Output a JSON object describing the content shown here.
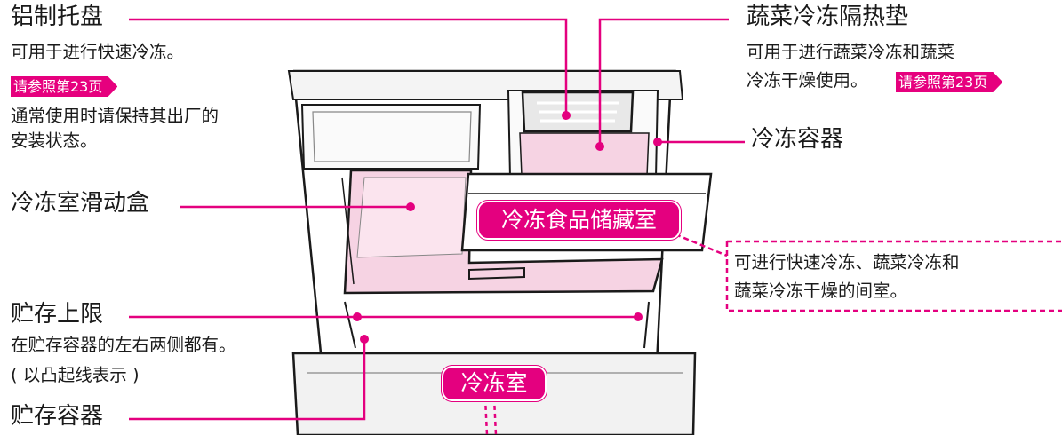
{
  "colors": {
    "accent": "#e4007f",
    "pink_fill": "#f6d3e3",
    "line": "#1a1a1a"
  },
  "labels": {
    "aluminum_tray": {
      "title": "铝制托盘",
      "desc": "可用于进行快速冷冻。",
      "ref": "请参照第23页",
      "note_line1": "通常使用时请保持其出厂的",
      "note_line2": "安装状态。"
    },
    "veg_pad": {
      "title": "蔬菜冷冻隔热垫",
      "desc_line1": "可用于进行蔬菜冷冻和蔬菜",
      "desc_line2": "冷冻干燥使用。",
      "ref": "请参照第23页"
    },
    "freezer_container": "冷冻容器",
    "slide_box": "冷冻室滑动盒",
    "food_storage_pill": "冷冻食品储藏室",
    "callout_line1": "可进行快速冷冻、蔬菜冷冻和",
    "callout_line2": "蔬菜冷冻干燥的间室。",
    "storage_limit": {
      "title": "贮存上限",
      "desc_line1": "在贮存容器的左右两侧都有。",
      "desc_line2": "( 以凸起线表示 )"
    },
    "freezer_pill": "冷冻室",
    "storage_container": "贮存容器"
  }
}
